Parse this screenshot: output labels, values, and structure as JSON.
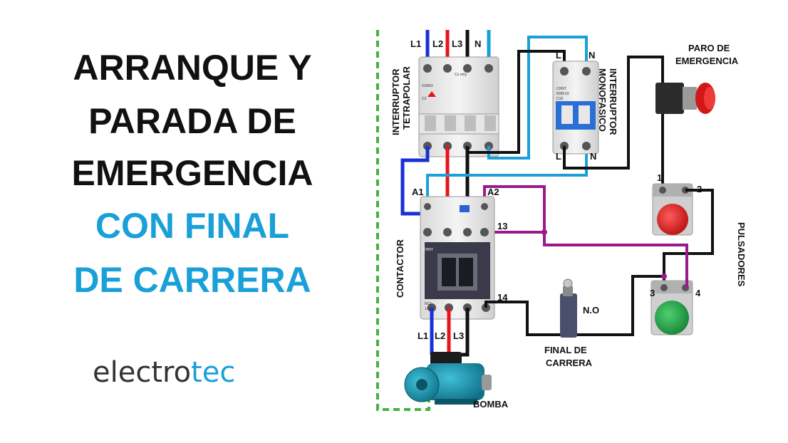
{
  "title": {
    "line1": "ARRANQUE Y",
    "line2": "PARADA DE",
    "line3": "EMERGENCIA",
    "line4": "CON FINAL",
    "line5": "DE CARRERA"
  },
  "logo": {
    "part1": "electro",
    "part2": "tec"
  },
  "colors": {
    "title_dark": "#111111",
    "title_accent": "#1aa0d8",
    "wire_blue": "#1a2fd6",
    "wire_red": "#e8141c",
    "wire_black": "#111111",
    "wire_lightblue": "#1aa0d8",
    "wire_purple": "#9a1a8c",
    "earth_green": "#46b43a",
    "button_red": "#e0262a",
    "button_green": "#2aa84a"
  },
  "diagram": {
    "phase_labels": {
      "l1": "L1",
      "l2": "L2",
      "l3": "L3",
      "n": "N"
    },
    "breaker_4p": {
      "label_line1": "INTERRUPTOR",
      "label_line2": "TETRAPOLAR",
      "model": "GS863",
      "brand": "Cu only",
      "rating": "C2"
    },
    "breaker_2p": {
      "label_line1": "INTERRUPTOR",
      "label_line2": "MONOFASICO",
      "brand": "CHNT",
      "model": "NXB-63",
      "rating": "C10",
      "top_l": "L",
      "top_n": "N",
      "bot_l": "L",
      "bot_n": "N"
    },
    "contactor": {
      "label": "CONTACTOR",
      "brand": "CHNT",
      "model_line1": "NC1-",
      "model_line2": "1210",
      "a1": "A1",
      "a2": "A2",
      "t13": "13",
      "t14": "14",
      "out_l1": "L1",
      "out_l2": "L2",
      "out_l3": "L3"
    },
    "emergency_stop": {
      "label_line1": "PARO DE",
      "label_line2": "EMERGENCIA"
    },
    "buttons": {
      "label": "PULSADORES",
      "t1": "1",
      "t2": "2",
      "t3": "3",
      "t4": "4"
    },
    "limit_switch": {
      "label_line1": "FINAL DE",
      "label_line2": "CARRERA",
      "contact": "N.O"
    },
    "pump": {
      "label": "BOMBA"
    }
  }
}
